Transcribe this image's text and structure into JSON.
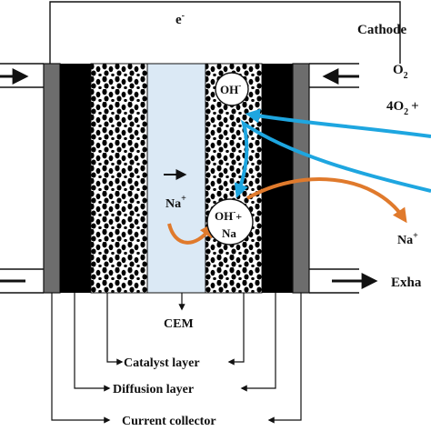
{
  "labels": {
    "electron": "e",
    "electron_sup": "-",
    "cathode": "Cathode",
    "o2": "O",
    "o2_sub": "2",
    "reaction_fragment": "4O",
    "reaction_sub": "2",
    "reaction_plus": "+",
    "na_left": "Na",
    "na_left_sup": "+",
    "oh_top": "OH",
    "oh_top_sup": "-",
    "oh_mid": "OH",
    "oh_mid_sup": "-",
    "oh_mid_plus": "+",
    "na_mid": "Na",
    "na_right": "Na",
    "na_right_sup": "+",
    "exhaust": "Exha",
    "cem": "CEM",
    "catalyst_layer": "Catalyst layer",
    "diffusion_layer": "Diffusion layer",
    "current_collector": "Current collector"
  },
  "colors": {
    "blue_flow": "#1ea6e0",
    "orange_flow": "#e07a2c",
    "membrane": "#dbe9f5",
    "collector": "#6d6d6d",
    "diffusion": "#000000"
  }
}
